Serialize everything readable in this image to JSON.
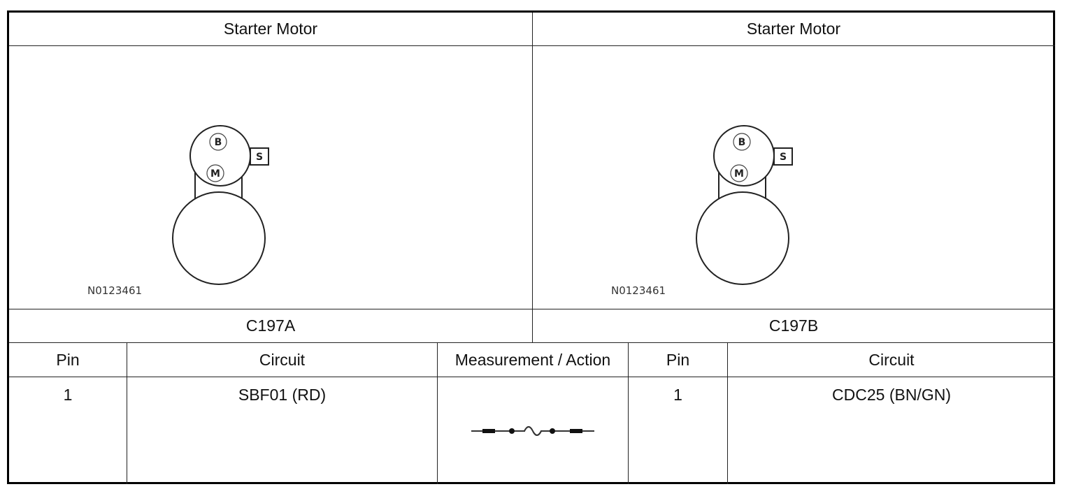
{
  "left": {
    "title": "Starter Motor",
    "figure_code": "N0123461",
    "terminals": {
      "battery": "B",
      "motor": "M",
      "solenoid": "S"
    },
    "connector": "C197A"
  },
  "right": {
    "title": "Starter Motor",
    "figure_code": "N0123461",
    "terminals": {
      "battery": "B",
      "motor": "M",
      "solenoid": "S"
    },
    "connector": "C197B"
  },
  "table": {
    "headers": {
      "pin_a": "Pin",
      "circuit_a": "Circuit",
      "measurement": "Measurement / Action",
      "pin_b": "Pin",
      "circuit_b": "Circuit"
    },
    "rows": [
      {
        "pin_a": "1",
        "circuit_a": "SBF01 (RD)",
        "measurement_icon": "fuse-continuity-icon",
        "pin_b": "1",
        "circuit_b": "CDC25 (BN/GN)"
      }
    ]
  }
}
